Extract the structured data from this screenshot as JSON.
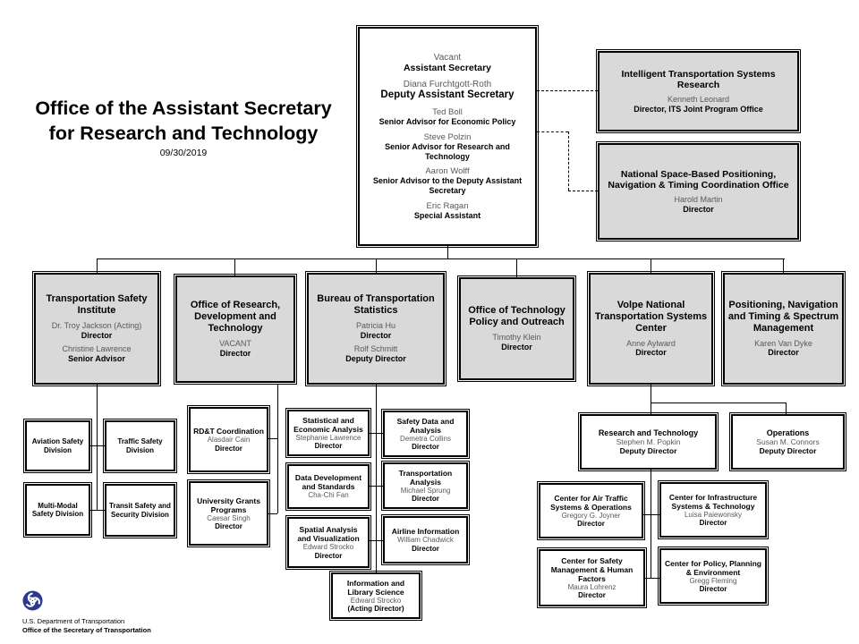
{
  "title_block": {
    "line1": "Office of the Assistant Secretary",
    "line2": "for Research and Technology",
    "date": "09/30/2019"
  },
  "colors": {
    "box_fill_gray": "#d9d9d9",
    "box_fill_white": "#ffffff",
    "border_black": "#000000",
    "name_gray": "#595959",
    "logo_blue": "#2b3990"
  },
  "top_box": {
    "entries": [
      {
        "name": "Vacant",
        "title": "Assistant Secretary"
      },
      {
        "name": "Diana Furchtgott-Roth",
        "title": "Deputy Assistant Secretary"
      },
      {
        "name": "Ted Boll",
        "title": "Senior Advisor for Economic Policy"
      },
      {
        "name": "Steve Polzin",
        "title": "Senior Advisor for Research and Technology"
      },
      {
        "name": "Aaron Wolff",
        "title": "Senior Advisor to the Deputy Assistant Secretary"
      },
      {
        "name": "Eric Ragan",
        "title": "Special Assistant"
      }
    ]
  },
  "its_box": {
    "heading": "Intelligent Transportation Systems Research",
    "name": "Kenneth Leonard",
    "title": "Director, ITS Joint Program Office"
  },
  "pnt_box": {
    "heading": "National Space-Based Positioning, Navigation & Timing Coordination Office",
    "name": "Harold Martin",
    "title": "Director"
  },
  "row2": [
    {
      "heading": "Transportation Safety Institute",
      "entries": [
        {
          "name": "Dr. Troy Jackson (Acting)",
          "title": "Director"
        },
        {
          "name": "Christine Lawrence",
          "title": "Senior Advisor"
        }
      ]
    },
    {
      "heading": "Office of Research, Development and Technology",
      "entries": [
        {
          "name": "VACANT",
          "title": "Director"
        }
      ]
    },
    {
      "heading": "Bureau of Transportation Statistics",
      "entries": [
        {
          "name": "Patricia Hu",
          "title": "Director"
        },
        {
          "name": "Rolf Schmitt",
          "title": "Deputy Director"
        }
      ]
    },
    {
      "heading": "Office of Technology Policy and Outreach",
      "entries": [
        {
          "name": "Timothy Klein",
          "title": "Director"
        }
      ]
    },
    {
      "heading": "Volpe National Transportation Systems Center",
      "entries": [
        {
          "name": "Anne Aylward",
          "title": "Director"
        }
      ]
    },
    {
      "heading": "Positioning, Navigation and Timing & Spectrum Management",
      "entries": [
        {
          "name": "Karen Van Dyke",
          "title": "Director"
        }
      ]
    }
  ],
  "tsi_divisions": [
    {
      "heading": "Aviation Safety Division"
    },
    {
      "heading": "Traffic Safety Division"
    },
    {
      "heading": "Multi-Modal Safety Division"
    },
    {
      "heading": "Transit Safety and Security Division"
    }
  ],
  "ordt_children": [
    {
      "heading": "RD&T Coordination",
      "name": "Alasdair Cain",
      "title": "Director"
    },
    {
      "heading": "University Grants Programs",
      "name": "Caesar Singh",
      "title": "Director"
    }
  ],
  "bts_left": [
    {
      "heading": "Statistical and Economic Analysis",
      "name": "Stephanie Lawrence",
      "title": "Director"
    },
    {
      "heading": "Data Development and Standards",
      "name": "Cha-Chi Fan",
      "title": ""
    },
    {
      "heading": "Spatial Analysis and Visualization",
      "name": "Edward Strocko",
      "title": "Director"
    }
  ],
  "bts_right": [
    {
      "heading": "Safety Data and Analysis",
      "name": "Demetra Collins",
      "title": "Director"
    },
    {
      "heading": "Transportation Analysis",
      "name": "Michael Sprung",
      "title": "Director"
    },
    {
      "heading": "Airline Information",
      "name": "William Chadwick",
      "title": "Director"
    }
  ],
  "bts_bottom": {
    "heading": "Information and Library Science",
    "name": "Edward Strocko",
    "title": "(Acting Director)"
  },
  "volpe_deputies": [
    {
      "heading": "Research and Technology",
      "name": "Stephen M. Popkin",
      "title": "Deputy Director"
    },
    {
      "heading": "Operations",
      "name": "Susan M. Connors",
      "title": "Deputy Director"
    }
  ],
  "volpe_centers": [
    {
      "heading": "Center for Air Traffic Systems & Operations",
      "name": "Gregory G. Joyner",
      "title": "Director"
    },
    {
      "heading": "Center for Infrastructure Systems & Technology",
      "name": "Luisa Paiewonsky",
      "title": "Director"
    },
    {
      "heading": "Center for Safety Management & Human Factors",
      "name": "Maura Lohrenz",
      "title": "Director"
    },
    {
      "heading": "Center for Policy, Planning & Environment",
      "name": "Gregg Fleming",
      "title": "Director"
    }
  ],
  "footer": {
    "logo": "usdot-triskelion-icon",
    "line1": "U.S. Department of Transportation",
    "line2": "Office of the Secretary of Transportation"
  }
}
